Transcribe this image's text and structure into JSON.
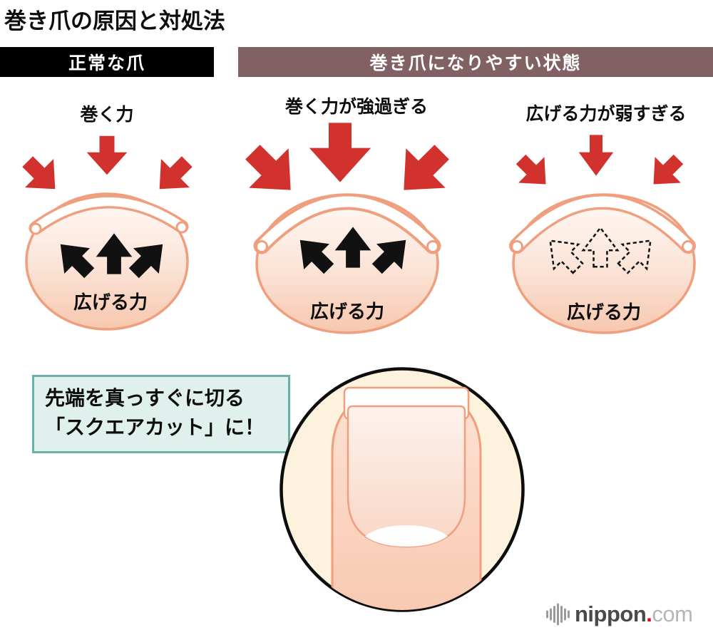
{
  "title": "巻き爪の原因と対処法",
  "headers": {
    "normal": "正常な爪",
    "prone": "巻き爪になりやすい状態"
  },
  "diagrams": [
    {
      "id": "normal-nail",
      "top_label": "巻く力",
      "bottom_label": "広げる力"
    },
    {
      "id": "curl-too-strong",
      "top_label": "巻く力が強過ぎる",
      "bottom_label": "広げる力"
    },
    {
      "id": "spread-too-weak",
      "top_label": "広げる力が弱すぎる",
      "bottom_label": "広げる力"
    }
  ],
  "advice_box": {
    "line1": "先端を真っすぐに切る",
    "line2": "「スクエアカット」に！"
  },
  "logo": {
    "primary": "nippon",
    "dot": ".",
    "secondary": "com"
  },
  "colors": {
    "accent_red": "#d2322e",
    "header_black": "#000000",
    "header_brown": "#816164",
    "skin_outline": "#ef9f7d",
    "advice_border": "#68b2aa",
    "advice_bg": "#e0f0ec",
    "circle_bg": "#fcf2dd"
  }
}
